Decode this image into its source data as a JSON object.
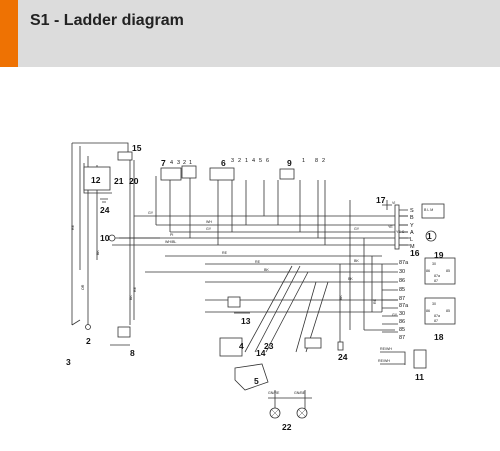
{
  "header": {
    "title": "S1 - Ladder diagram",
    "accent_color": "#ee7203",
    "background_color": "#dcdcdc"
  },
  "components": {
    "c1": "1",
    "c2": "2",
    "c3": "3",
    "c4": "4",
    "c5": "5",
    "c6": "6",
    "c7": "7",
    "c8": "8",
    "c9": "9",
    "c10": "10",
    "c11": "11",
    "c12": "12",
    "c13": "13",
    "c14": "14",
    "c15": "15",
    "c16": "16",
    "c17": "17",
    "c18": "18",
    "c19": "19",
    "c20": "20",
    "c21": "21",
    "c22": "22",
    "c23": "23",
    "c24a": "24",
    "c24b": "24"
  },
  "terminals": {
    "right_top": [
      "S",
      "B",
      "Y",
      "A",
      "L",
      "M"
    ],
    "relay_top": [
      "87a",
      "30",
      "86",
      "85",
      "87"
    ],
    "relay_bottom": [
      "87a",
      "30",
      "86",
      "85",
      "87"
    ]
  },
  "pin_groups": {
    "p7": [
      "4",
      "3",
      "2",
      "1"
    ],
    "p6": [
      "3",
      "2",
      "1"
    ],
    "p6b": [
      "4",
      "5",
      "6"
    ],
    "p9": [
      "1",
      "8",
      "2"
    ]
  },
  "wire_labels": {
    "gy": "GY",
    "wh": "WH",
    "pi": "PI",
    "whbl": "WH/BL",
    "re": "RE",
    "bk": "BK",
    "or": "OR",
    "vi": "VI",
    "ye": "YE",
    "rewh": "RE/WH",
    "gnre": "GN/RE",
    "gnbe": "GN/BE",
    "ye_c": "YE C"
  },
  "relay_box": {
    "top": [
      "30",
      "86",
      "85",
      "87a",
      "87"
    ],
    "bottom": [
      "30",
      "86",
      "85",
      "87a",
      "87"
    ]
  },
  "lamp_block": {
    "label": "B L M"
  }
}
